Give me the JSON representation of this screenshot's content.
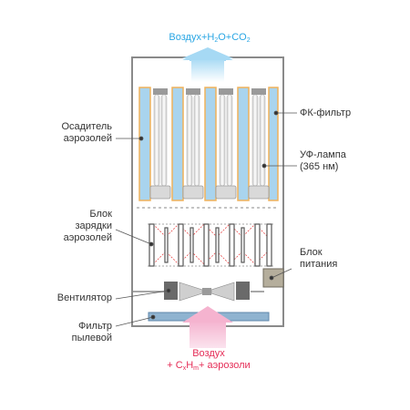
{
  "diagram": {
    "outlet_flow": {
      "text": "Воздух+H",
      "sub1": "2",
      "mid": "O+CO",
      "sub2": "2"
    },
    "inlet_flow": {
      "line1": "Воздух",
      "line2_pre": "+ C",
      "line2_sub1": "x",
      "line2_mid": "H",
      "line2_sub2": "m",
      "line2_post": "+ аэрозоли"
    },
    "labels": {
      "aerosol_precipitator": [
        "Осадитель",
        "аэрозолей"
      ],
      "pc_filter": "ФК-фильтр",
      "uv_lamp": [
        "УФ-лампа",
        "(365 нм)"
      ],
      "aerosol_charging_unit": [
        "Блок",
        "зарядки",
        "аэрозолей"
      ],
      "power_supply": [
        "Блок",
        "питания"
      ],
      "fan": "Вентилятор",
      "dust_filter": [
        "Фильтр",
        "пылевой"
      ]
    },
    "colors": {
      "outlet_arrow": "#bfe3f6",
      "inlet_arrow": "#f9c9dc",
      "outlet_text": "#29a6e4",
      "inlet_text": "#e52d57",
      "filter_fill": "#a9d4ee",
      "filter_border": "#f0b25a",
      "charging_wires": "#e84a4a",
      "dust_filter": "#8fb3d0",
      "power_box": "#b5ae9c"
    }
  }
}
